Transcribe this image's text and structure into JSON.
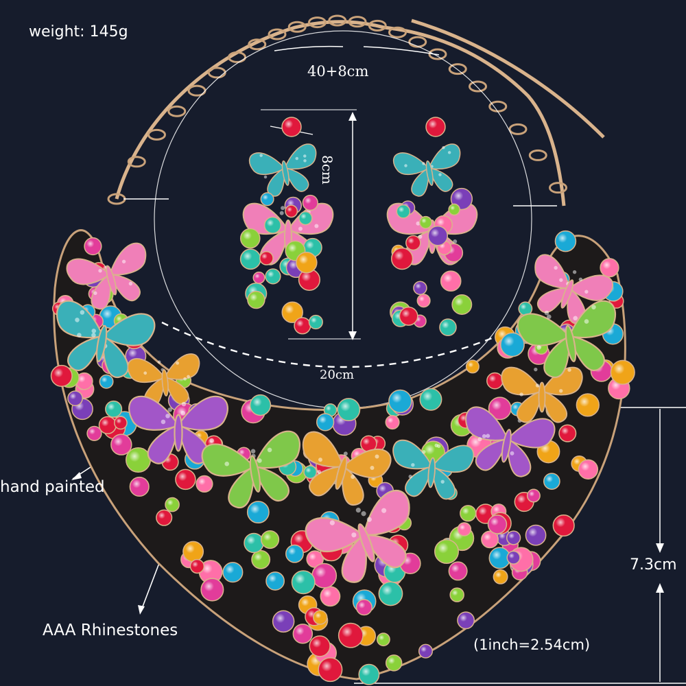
{
  "labels": {
    "weight": "weight: 145g",
    "necklace_length": "40+8cm",
    "earring_length": "8cm",
    "necklace_width": "20cm",
    "pendant_height": "7.3cm",
    "hand_painted": "hand painted",
    "rhinestones": "AAA Rhinestones",
    "inch_conversion": "(1inch=2.54cm)"
  },
  "colors": {
    "background": "#161c2c",
    "chain": "#d9b38c",
    "annotation": "#ffffff",
    "gems": [
      "#e0183c",
      "#1aa9d6",
      "#8ad13a",
      "#f0a418",
      "#e23c9a",
      "#7a3fb8",
      "#2cc0a8",
      "#ff6fa8"
    ],
    "butterflies": [
      "#f07fb8",
      "#3ab0b8",
      "#a256c8",
      "#7fc84a",
      "#e8a030"
    ]
  }
}
